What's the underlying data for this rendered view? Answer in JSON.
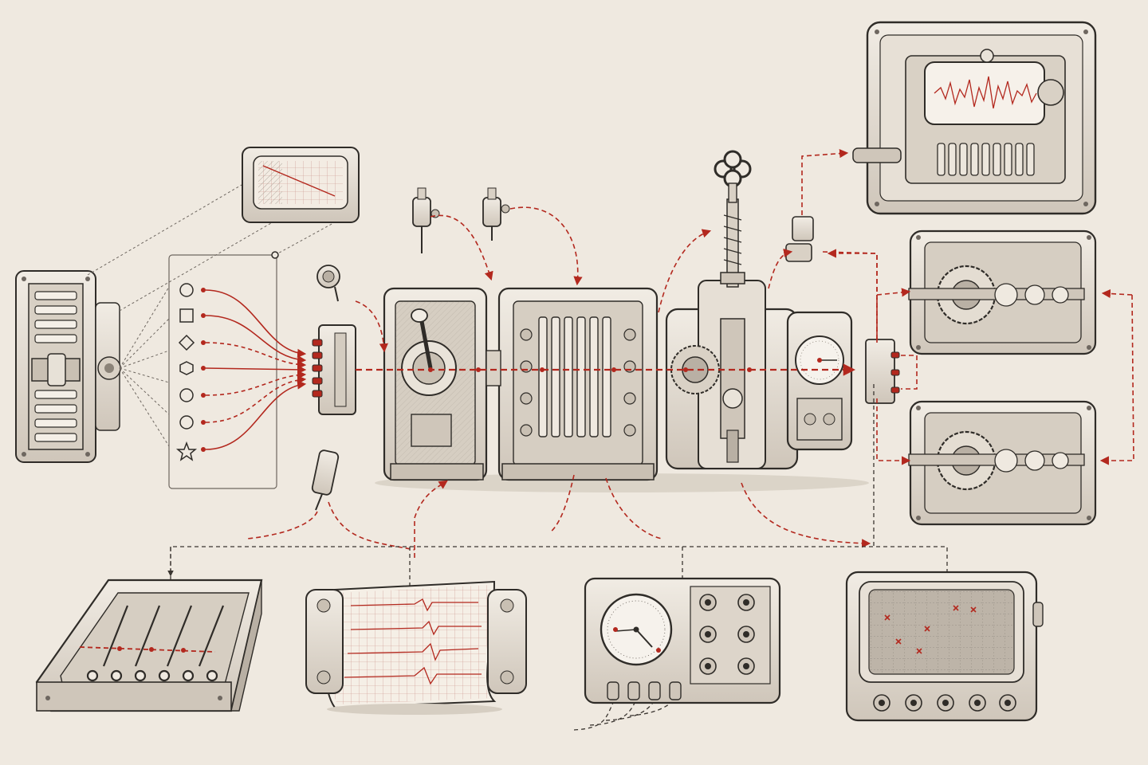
{
  "colors": {
    "paper": "#efe9e0",
    "ink": "#2f2c28",
    "ink_light": "#6e6760",
    "metal": "#e4ddd2",
    "metal_dark": "#b9b0a4",
    "signal_red": "#b3281e"
  },
  "diagram": {
    "symbols": [
      "circle",
      "square",
      "diamond",
      "hexagon",
      "circle",
      "circle",
      "star"
    ],
    "components": [
      {
        "name": "filter-rack",
        "icon": "filter-rack-icon"
      },
      {
        "name": "oscilloscope-screen-small",
        "icon": "crt-screen-icon"
      },
      {
        "name": "symbol-input-panel",
        "icon": "symbol-panel-icon"
      },
      {
        "name": "input-terminal-block",
        "icon": "terminal-block-icon"
      },
      {
        "name": "lever-gear-module",
        "icon": "lever-gear-icon"
      },
      {
        "name": "plate-stack-module",
        "icon": "plate-stack-icon"
      },
      {
        "name": "governor-gear-module",
        "icon": "governor-icon"
      },
      {
        "name": "dial-module",
        "icon": "dial-icon"
      },
      {
        "name": "drum-recorder",
        "icon": "drum-recorder-icon"
      },
      {
        "name": "gearbox-upper",
        "icon": "gearbox-icon"
      },
      {
        "name": "gearbox-lower",
        "icon": "gearbox-icon"
      },
      {
        "name": "output-terminal-block",
        "icon": "terminal-block-icon"
      },
      {
        "name": "patch-board",
        "icon": "patch-board-icon"
      },
      {
        "name": "chart-recorder",
        "icon": "chart-recorder-icon"
      },
      {
        "name": "gauge-control-panel",
        "icon": "gauge-icon"
      },
      {
        "name": "oscilloscope-large",
        "icon": "oscilloscope-icon"
      }
    ]
  }
}
